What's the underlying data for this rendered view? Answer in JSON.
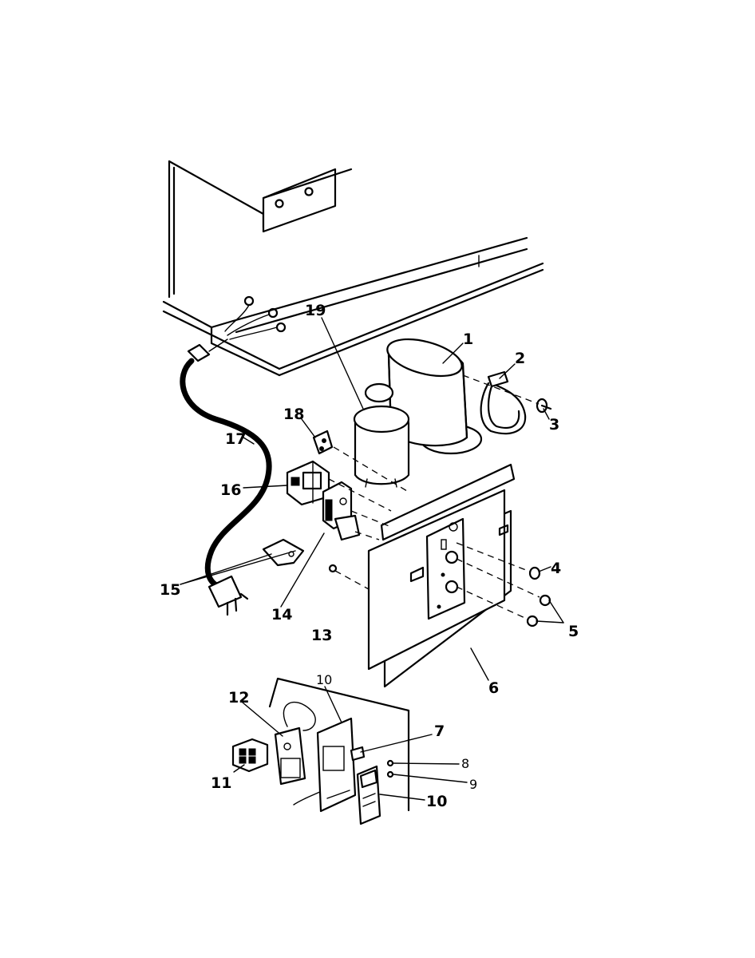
{
  "diagram": {
    "callouts": {
      "c1": "1",
      "c2": "2",
      "c3": "3",
      "c4": "4",
      "c5": "5",
      "c6": "6",
      "c7": "7",
      "c8": "8",
      "c9": "9",
      "c10a": "10",
      "c10b": "10",
      "c11": "11",
      "c12": "12",
      "c13": "13",
      "c14": "14",
      "c15": "15",
      "c16": "16",
      "c17": "17",
      "c18": "18",
      "c19": "19"
    }
  }
}
